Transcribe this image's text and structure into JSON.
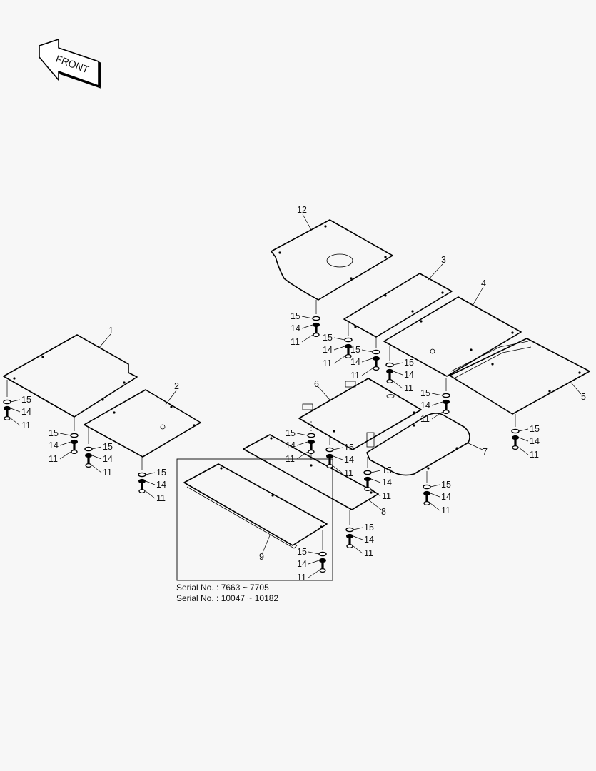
{
  "front_arrow": {
    "label": "FRONT"
  },
  "callouts": {
    "p1": "1",
    "p2": "2",
    "p3": "3",
    "p4": "4",
    "p5": "5",
    "p6": "6",
    "p7": "7",
    "p8": "8",
    "p9": "9",
    "p12": "12",
    "washer_a": "15",
    "washer_b": "14",
    "bolt": "11"
  },
  "serial_notes": [
    "Serial No. : 7663 ~ 7705",
    "Serial No. : 10047 ~ 10182"
  ]
}
